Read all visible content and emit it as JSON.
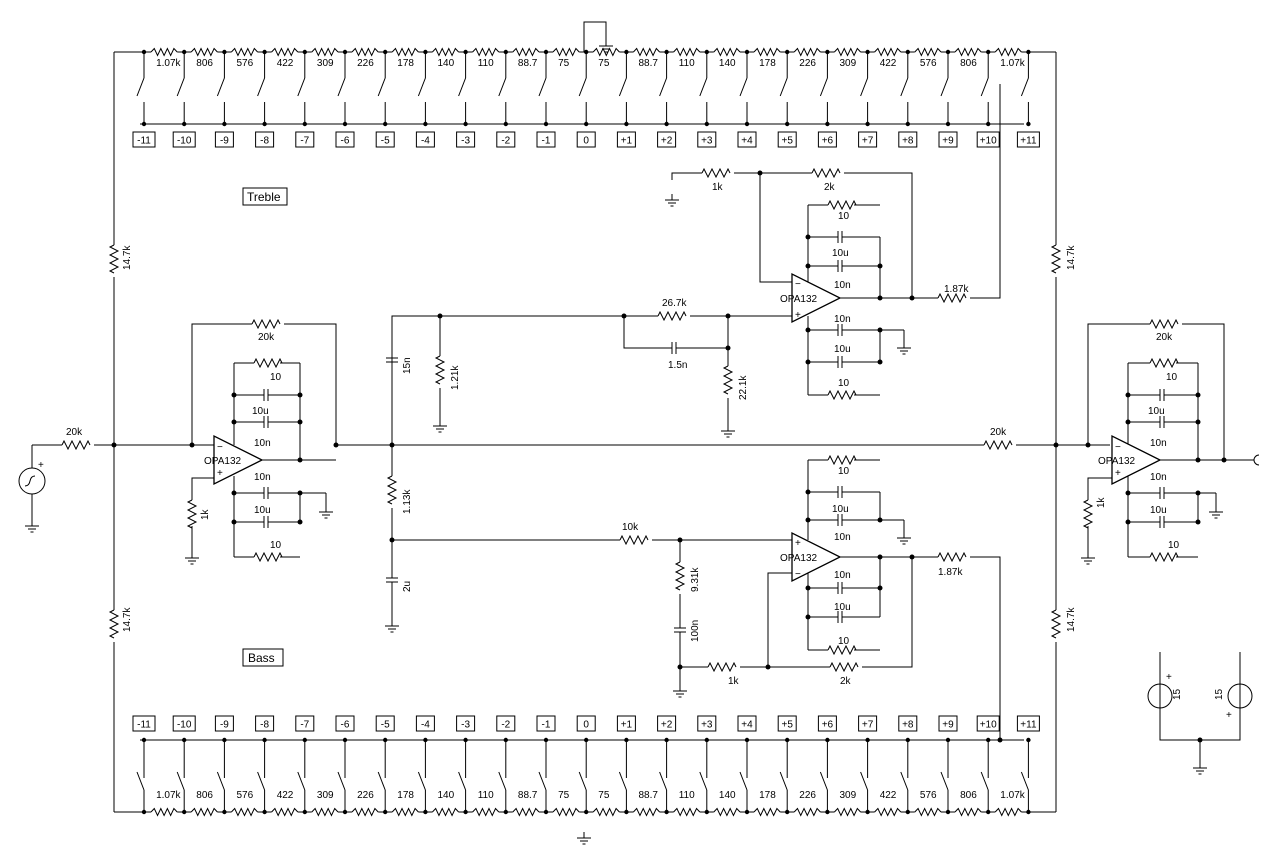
{
  "labels": {
    "treble": "Treble",
    "bass": "Bass",
    "opamp": "OPA132"
  },
  "ladder_values": [
    "1.07k",
    "806",
    "576",
    "422",
    "309",
    "226",
    "178",
    "140",
    "110",
    "88.7",
    "75",
    "75",
    "88.7",
    "110",
    "140",
    "178",
    "226",
    "309",
    "422",
    "576",
    "806",
    "1.07k"
  ],
  "positions": [
    "-11",
    "-10",
    "-9",
    "-8",
    "-7",
    "-6",
    "-5",
    "-4",
    "-3",
    "-2",
    "-1",
    "0",
    "+1",
    "+2",
    "+3",
    "+4",
    "+5",
    "+6",
    "+7",
    "+8",
    "+9",
    "+10",
    "+11"
  ],
  "components": {
    "r_in": "20k",
    "r_fb_left": "20k",
    "r_fb_right": "20k",
    "r_mid": "20k",
    "r_side_top_left": "14.7k",
    "r_side_bot_left": "14.7k",
    "r_side_top_right": "14.7k",
    "r_side_bot_right": "14.7k",
    "r_1k": "1k",
    "r_2k": "2k",
    "r_10": "10",
    "c_10u": "10u",
    "c_10n": "10n",
    "c_15n": "15n",
    "r_121k": "1.21k",
    "r_267k": "26.7k",
    "c_15n_b": "1.5n",
    "r_221k": "22.1k",
    "r_187k": "1.87k",
    "r_113k": "1.13k",
    "c_2u": "2u",
    "r_10k": "10k",
    "r_931k": "9.31k",
    "c_100n": "100n",
    "v_15": "15"
  },
  "colors": {
    "line": "#000000",
    "background": "#ffffff"
  }
}
